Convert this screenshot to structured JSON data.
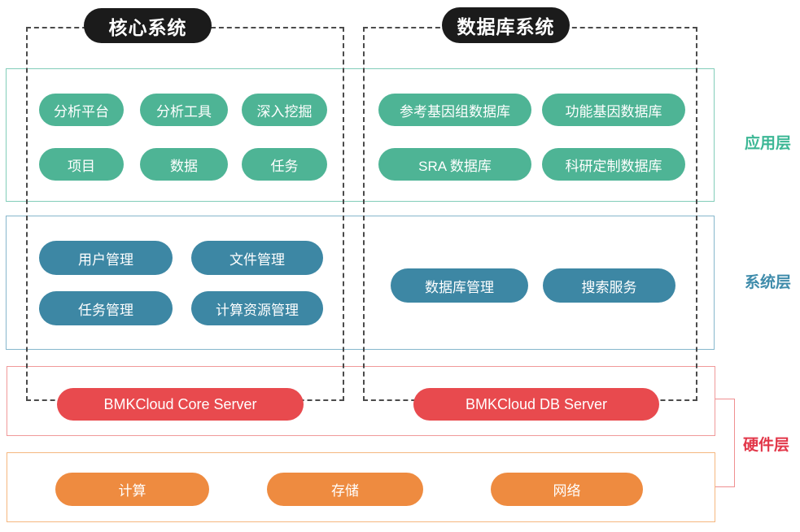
{
  "diagram": {
    "group_headers": {
      "core": "核心系统",
      "db": "数据库系统"
    },
    "layer_labels": {
      "application": "应用层",
      "system": "系统层",
      "hardware": "硬件层"
    },
    "application_layer": {
      "core_pills": [
        "分析平台",
        "分析工具",
        "深入挖掘",
        "项目",
        "数据",
        "任务"
      ],
      "db_pills": [
        "参考基因组数据库",
        "功能基因数据库",
        "SRA 数据库",
        "科研定制数据库"
      ]
    },
    "system_layer": {
      "core_pills": [
        "用户管理",
        "文件管理",
        "任务管理",
        "计算资源管理"
      ],
      "db_pills": [
        "数据库管理",
        "搜索服务"
      ]
    },
    "hardware_layer": {
      "servers": [
        "BMKCloud Core Server",
        "BMKCloud DB Server"
      ],
      "resources": [
        "计算",
        "存储",
        "网络"
      ]
    },
    "colors": {
      "green_pill": "#4eb495",
      "blue_pill": "#3d87a4",
      "red_pill": "#e84a4e",
      "orange_pill": "#ee8b40",
      "black_pill": "#1b1b1b",
      "application_border": "#82cdb9",
      "system_border": "#86b7cc",
      "hardware_red_border": "#f0999a",
      "hardware_orange_border": "#f5b77f",
      "dashed_border": "#4b4b4b",
      "application_label": "#3cb795",
      "system_label": "#3f8cab",
      "hardware_label": "#e23749"
    }
  }
}
